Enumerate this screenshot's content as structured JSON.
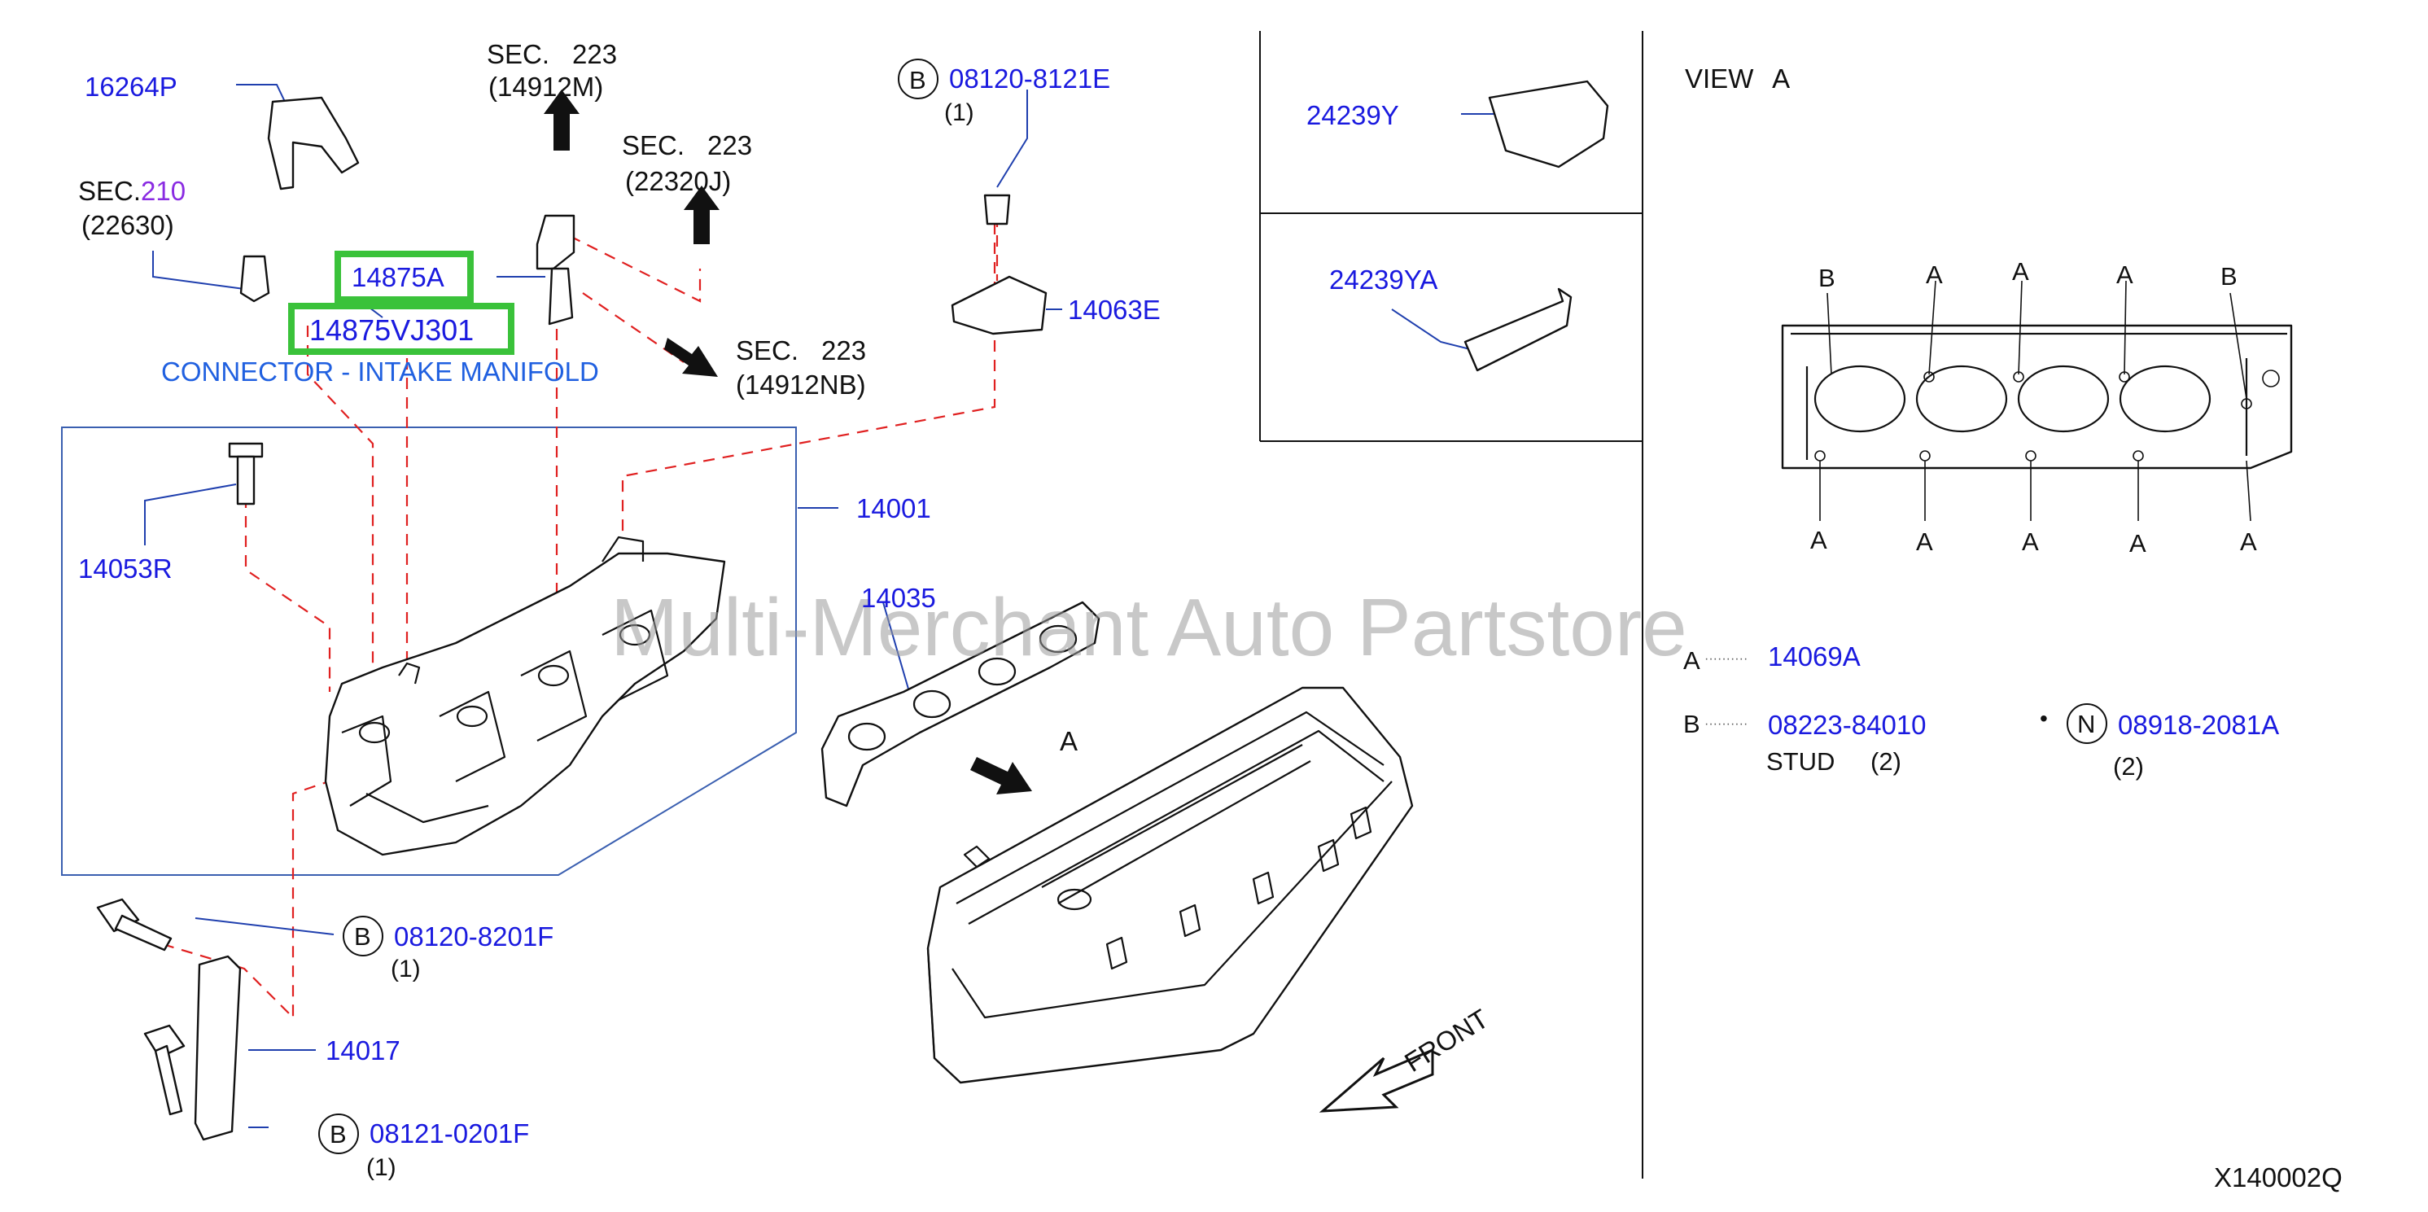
{
  "watermark": "Multi-Merchant Auto Partstore",
  "diagram_code": "X140002Q",
  "colors": {
    "part_number": "#1a1adf",
    "highlight": "#3ac23a",
    "leader": "#1f3fae",
    "guide_dashed": "#e02020",
    "sec_number": "#8a2be2"
  },
  "parts": {
    "p16264P": "16264P",
    "p14875A": "14875A",
    "p14875VJ301": "14875VJ301",
    "connector_desc": "CONNECTOR - INTAKE MANIFOLD",
    "p14053R": "14053R",
    "p14001": "14001",
    "p14063E": "14063E",
    "p14035": "14035",
    "p14017": "14017",
    "p24239Y": "24239Y",
    "p24239YA": "24239YA",
    "p14069A": "14069A",
    "p08223_84010": "08223-84010",
    "p08918_2081A": "08918-2081A",
    "bolt_8121E": "08120-8121E",
    "bolt_8201F": "08120-8201F",
    "bolt_0201F": "08121-0201F"
  },
  "sections": {
    "sec210_label": "SEC.",
    "sec210_num": "210",
    "sec210_ref": "(22630)",
    "sec223": "SEC.",
    "sec223_num": "223",
    "ref_14912M": "(14912M)",
    "ref_22320J": "(22320J)",
    "ref_14912NB": "(14912NB)"
  },
  "qty": {
    "one": "(1)",
    "two": "(2)"
  },
  "markers": {
    "B": "B",
    "N": "N",
    "A": "A",
    "dot": "•"
  },
  "view_a": {
    "title": "VIEW",
    "letter": "A"
  },
  "legend": {
    "a_dots": "··········",
    "b_dots": "··········",
    "stud": "STUD"
  },
  "front_label": "FRONT",
  "arrow_label_A": "A"
}
